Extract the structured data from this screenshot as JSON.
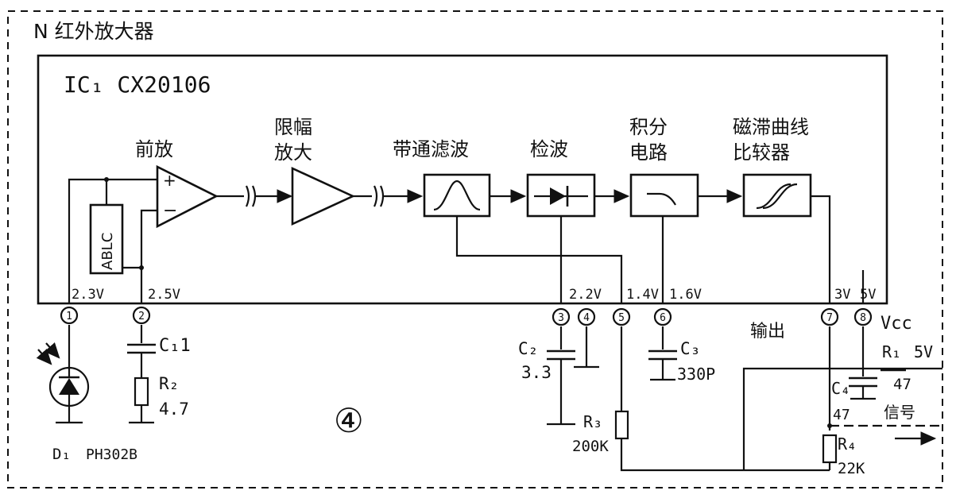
{
  "title": "N  红外放大器",
  "ic_label": "IC₁ CX20106",
  "figure_number": "④",
  "blocks": {
    "preamp": "前放",
    "limiter_line1": "限幅",
    "limiter_line2": "放大",
    "bandpass": "带通滤波",
    "detector": "检波",
    "integrator_line1": "积分",
    "integrator_line2": "电路",
    "comparator_line1": "磁滞曲线",
    "comparator_line2": "比较器",
    "ablc": "ABLC",
    "plus": "+",
    "minus": "−"
  },
  "pins": [
    "1",
    "2",
    "3",
    "4",
    "5",
    "6",
    "7",
    "8"
  ],
  "voltages": {
    "pin1": "2.3V",
    "pin2": "2.5V",
    "pin3": "2.2V",
    "pin5": "1.4V",
    "pin6": "1.6V",
    "pin7": "3V",
    "pin8": "5V"
  },
  "components": {
    "c1": "C₁1",
    "r2": "R₂",
    "r2_value": "4.7",
    "c2": "C₂",
    "c2_value": "3.3",
    "c3": "C₃",
    "c3_value": "330P",
    "r3": "R₃",
    "r3_value": "200K",
    "r4": "R₄",
    "r4_value": "22K",
    "r1": "R₁",
    "r1_value": "47",
    "c4": "C₄",
    "c4_value": "47",
    "d1": "D₁",
    "d1_part": "PH302B"
  },
  "output_label": "输出",
  "vcc_label": "Vcc",
  "supply_voltage": "5V",
  "signal_label": "信号"
}
